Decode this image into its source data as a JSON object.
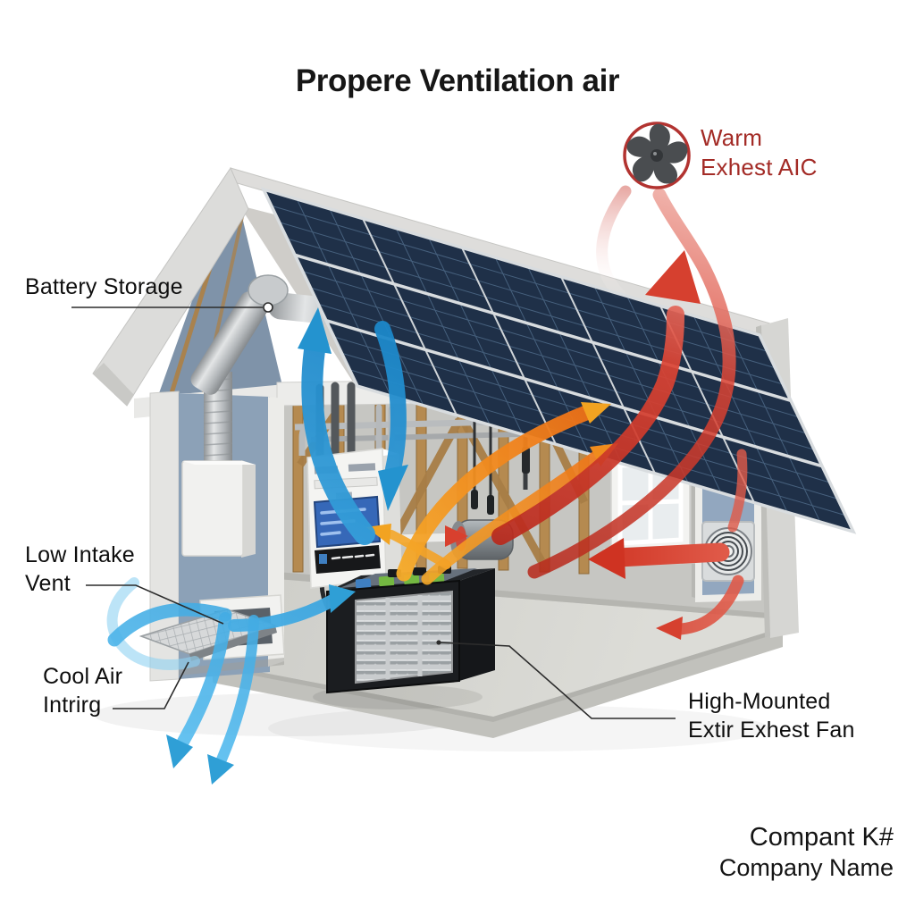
{
  "title": "Propere Ventilation air",
  "callouts": {
    "battery_storage": {
      "label": "Battery Storage"
    },
    "low_intake_vent": {
      "line1": "Low Intake",
      "line2": "Vent"
    },
    "cool_air_in": {
      "line1": "Cool Air",
      "line2": "Intrirg"
    },
    "high_mounted_fan": {
      "line1": "High-Mounted",
      "line2": "Extir Exhest Fan"
    },
    "warm_exhaust": {
      "line1": "Warm",
      "line2": "Exhest AIC"
    }
  },
  "footer": {
    "company_line1": "Compant K#",
    "company_line2": "Company Name"
  },
  "icons": {
    "warm_exhaust_fan": "fan-icon"
  },
  "colors": {
    "cool_air_arrow": "#2D9FD8",
    "warm_air_arrow": "#F09A26",
    "exhaust_air_arrow": "#C9352A",
    "accent_red_label": "#A32B26",
    "solar_panel": "#24364E",
    "wall_blue": "#8CA1B7",
    "text": "#111111"
  }
}
